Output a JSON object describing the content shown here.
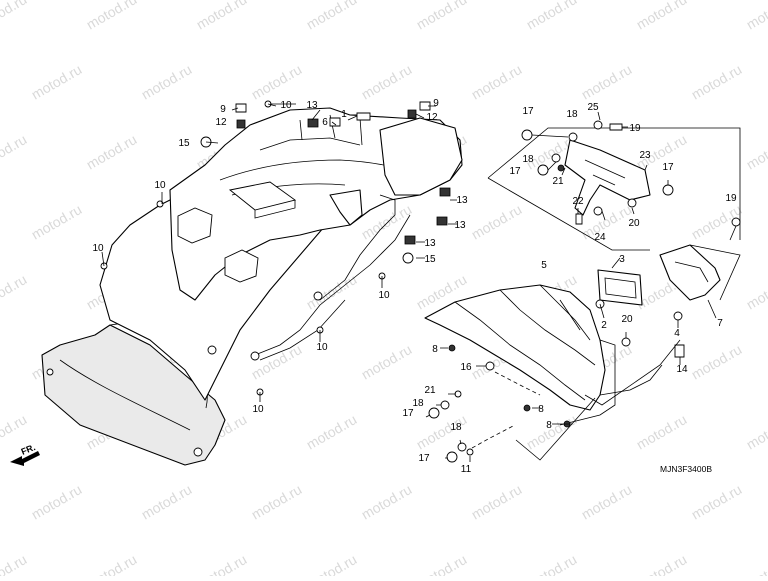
{
  "diagram": {
    "watermark_text": "motod.ru",
    "diagram_code": "MJN3F3400B",
    "direction_label": "FR.",
    "callouts": [
      {
        "id": "c1",
        "label": "1"
      },
      {
        "id": "c2",
        "label": "2"
      },
      {
        "id": "c3",
        "label": "3"
      },
      {
        "id": "c4",
        "label": "4"
      },
      {
        "id": "c5",
        "label": "5"
      },
      {
        "id": "c6",
        "label": "6"
      },
      {
        "id": "c7",
        "label": "7"
      },
      {
        "id": "c8a",
        "label": "8"
      },
      {
        "id": "c8b",
        "label": "8"
      },
      {
        "id": "c8c",
        "label": "8"
      },
      {
        "id": "c9a",
        "label": "9"
      },
      {
        "id": "c9b",
        "label": "9"
      },
      {
        "id": "c10a",
        "label": "10"
      },
      {
        "id": "c10b",
        "label": "10"
      },
      {
        "id": "c10c",
        "label": "10"
      },
      {
        "id": "c10d",
        "label": "10"
      },
      {
        "id": "c10e",
        "label": "10"
      },
      {
        "id": "c10f",
        "label": "10"
      },
      {
        "id": "c11",
        "label": "11"
      },
      {
        "id": "c12a",
        "label": "12"
      },
      {
        "id": "c12b",
        "label": "12"
      },
      {
        "id": "c13a",
        "label": "13"
      },
      {
        "id": "c13b",
        "label": "13"
      },
      {
        "id": "c13c",
        "label": "13"
      },
      {
        "id": "c13d",
        "label": "13"
      },
      {
        "id": "c14",
        "label": "14"
      },
      {
        "id": "c15a",
        "label": "15"
      },
      {
        "id": "c15b",
        "label": "15"
      },
      {
        "id": "c16",
        "label": "16"
      },
      {
        "id": "c17a",
        "label": "17"
      },
      {
        "id": "c17b",
        "label": "17"
      },
      {
        "id": "c17c",
        "label": "17"
      },
      {
        "id": "c17d",
        "label": "17"
      },
      {
        "id": "c17e",
        "label": "17"
      },
      {
        "id": "c18a",
        "label": "18"
      },
      {
        "id": "c18b",
        "label": "18"
      },
      {
        "id": "c18c",
        "label": "18"
      },
      {
        "id": "c18d",
        "label": "18"
      },
      {
        "id": "c19a",
        "label": "19"
      },
      {
        "id": "c19b",
        "label": "19"
      },
      {
        "id": "c20a",
        "label": "20"
      },
      {
        "id": "c20b",
        "label": "20"
      },
      {
        "id": "c21a",
        "label": "21"
      },
      {
        "id": "c21b",
        "label": "21"
      },
      {
        "id": "c22",
        "label": "22"
      },
      {
        "id": "c23",
        "label": "23"
      },
      {
        "id": "c24",
        "label": "24"
      },
      {
        "id": "c25",
        "label": "25"
      }
    ]
  }
}
